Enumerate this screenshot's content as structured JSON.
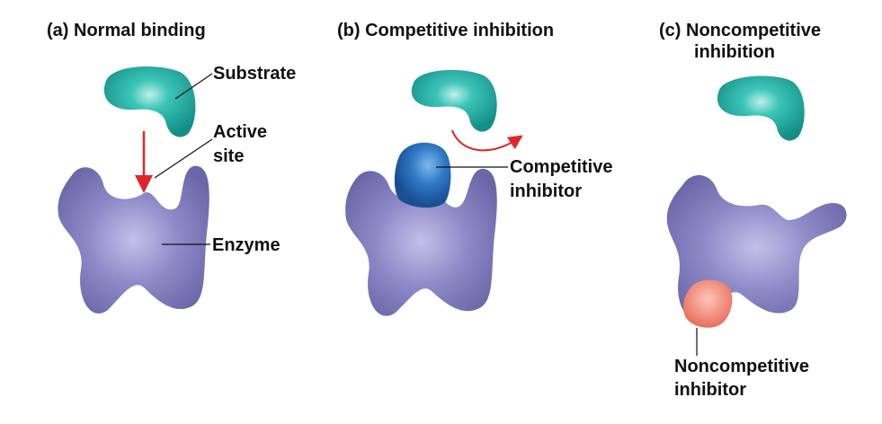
{
  "panels": {
    "a": {
      "title": "(a) Normal binding",
      "labels": {
        "substrate": "Substrate",
        "active_site_1": "Active",
        "active_site_2": "site",
        "enzyme": "Enzyme"
      }
    },
    "b": {
      "title": "(b) Competitive inhibition",
      "labels": {
        "inhibitor_1": "Competitive",
        "inhibitor_2": "inhibitor"
      }
    },
    "c": {
      "title_1": "(c) Noncompetitive",
      "title_2": "inhibition",
      "labels": {
        "inhibitor_1": "Noncompetitive",
        "inhibitor_2": "inhibitor"
      }
    }
  },
  "colors": {
    "substrate": "#1fb3a8",
    "enzyme": "#8a86c4",
    "competitive_inhibitor": "#2f78c4",
    "noncompetitive_inhibitor": "#f08a78",
    "arrow": "#e0262b"
  }
}
